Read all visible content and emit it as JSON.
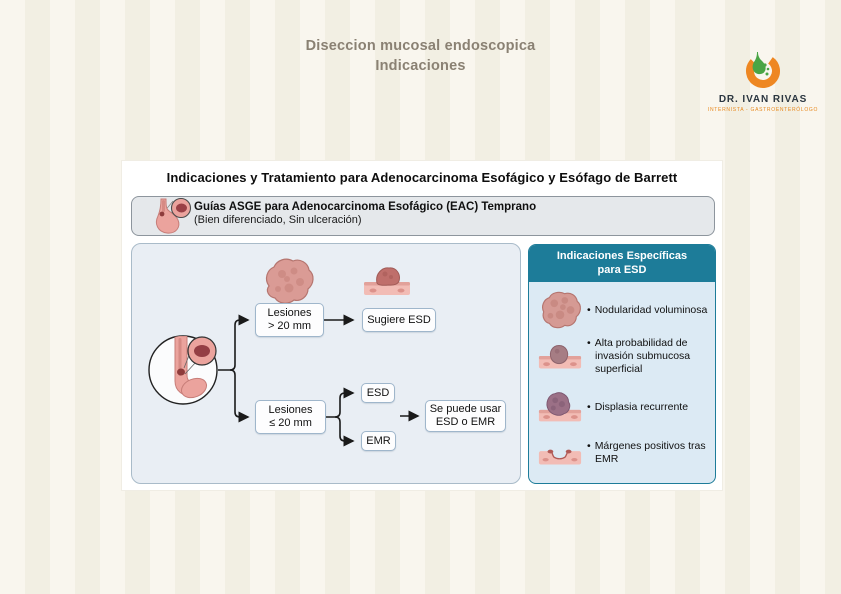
{
  "slide": {
    "title_line1": "Diseccion mucosal endoscopica",
    "title_line2": "Indicaciones"
  },
  "logo": {
    "name": "DR. IVAN RIVAS",
    "subtitle": "INTERNISTA - GASTROENTERÓLOGO"
  },
  "diagram": {
    "title": "Indicaciones y Tratamiento para Adenocarcinoma Esofágico y Esófago de Barrett",
    "guideline": {
      "title": "Guías ASGE para Adenocarcinoma Esofágico (EAC) Temprano",
      "subtitle": "(Bien diferenciado, Sin ulceración)"
    },
    "flowchart": {
      "large_lesion": {
        "line1": "Lesiones",
        "line2": "> 20 mm"
      },
      "suggest_esd": "Sugiere ESD",
      "small_lesion": {
        "line1": "Lesiones",
        "line2": "≤ 20 mm"
      },
      "esd": "ESD",
      "emr": "EMR",
      "either": {
        "line1": "Se puede usar",
        "line2": "ESD o EMR"
      }
    },
    "specific_panel": {
      "title_line1": "Indicaciones Específicas",
      "title_line2": "para ESD",
      "items": [
        {
          "icon": "bulky-nodule-icon",
          "text": "Nodularidad voluminosa"
        },
        {
          "icon": "submucosal-invasion-icon",
          "text": "Alta probabilidad de invasión submucosa superficial"
        },
        {
          "icon": "recurrent-dysplasia-icon",
          "text": "Displasia recurrente"
        },
        {
          "icon": "positive-margins-icon",
          "text": "Márgenes positivos tras EMR"
        }
      ]
    }
  },
  "colors": {
    "teal": "#1d7c99",
    "flow_panel_blue": "#e9eef4",
    "spec_panel_blue": "#dceaf4",
    "background_cream": "#f6f3e9",
    "logo_orange": "#ee8722",
    "logo_green": "#4aa545",
    "title_text": "#8a8173",
    "illustration_pink": "#eba39d",
    "lesion_dark_red": "#8e3b3b"
  }
}
